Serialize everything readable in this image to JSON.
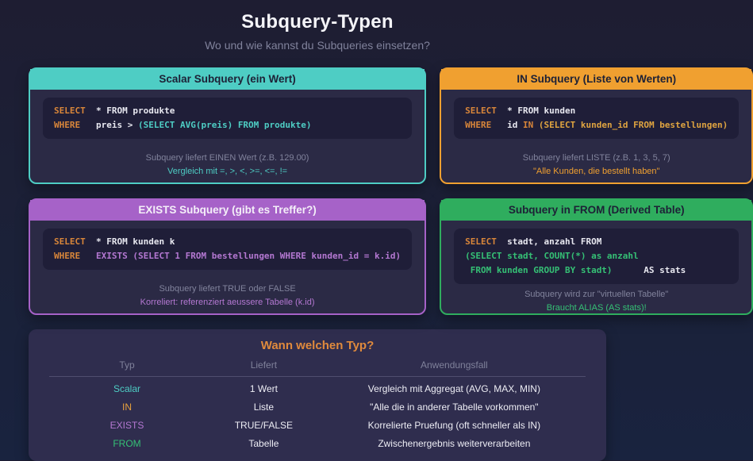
{
  "page": {
    "title": "Subquery-Typen",
    "subtitle": "Wo und wie kannst du Subqueries einsetzen?"
  },
  "colors": {
    "teal": "#4ECDC4",
    "orange": "#F0A030",
    "purple": "#A662C8",
    "green": "#2FAD5E",
    "keyword_orange": "#D9863A",
    "muted_gray": "#81839C",
    "card_bg": "#2B2A45",
    "code_bg": "#1F1E38",
    "panel_bg": "#2F2D4E"
  },
  "cards": [
    {
      "title": "Scalar Subquery (ein Wert)",
      "code": [
        [
          "SELECT",
          "  * FROM produkte"
        ],
        [
          "WHERE",
          "   preis > ",
          "(SELECT AVG(preis) FROM produkte)"
        ]
      ],
      "note1": "Subquery liefert EINEN Wert (z.B. 129.00)",
      "note2": "Vergleich mit =, >, <, >=, <=, !="
    },
    {
      "title": "IN Subquery (Liste von Werten)",
      "code": [
        [
          "SELECT",
          "  * FROM kunden"
        ],
        [
          "WHERE",
          "   id ",
          "IN",
          " (SELECT kunden_id FROM bestellungen)"
        ]
      ],
      "note1": "Subquery liefert LISTE (z.B. 1, 3, 5, 7)",
      "note2": "\"Alle Kunden, die bestellt haben\""
    },
    {
      "title": "EXISTS Subquery (gibt es Treffer?)",
      "code": [
        [
          "SELECT",
          "  * FROM kunden k"
        ],
        [
          "WHERE",
          "   ",
          "EXISTS",
          " (SELECT 1 FROM bestellungen WHERE kunden_id = k.id)"
        ]
      ],
      "note1": "Subquery liefert TRUE oder FALSE",
      "note2": "Korreliert: referenziert aeussere Tabelle (k.id)"
    },
    {
      "title": "Subquery in FROM (Derived Table)",
      "code": [
        [
          "SELECT",
          "  stadt, anzahl FROM"
        ],
        [
          "(SELECT stadt, COUNT(*) as anzahl"
        ],
        [
          " FROM kunden GROUP BY stadt)",
          "      AS stats"
        ]
      ],
      "note1": "Subquery wird zur \"virtuellen Tabelle\"",
      "note2": "Braucht ALIAS (AS stats)!"
    }
  ],
  "usage_table": {
    "title": "Wann welchen Typ?",
    "headers": [
      "Typ",
      "Liefert",
      "Anwendungsfall"
    ],
    "rows": [
      {
        "typ": "Scalar",
        "liefert": "1 Wert",
        "anwendungsfall": "Vergleich mit Aggregat (AVG, MAX, MIN)"
      },
      {
        "typ": "IN",
        "liefert": "Liste",
        "anwendungsfall": "\"Alle die in anderer Tabelle vorkommen\""
      },
      {
        "typ": "EXISTS",
        "liefert": "TRUE/FALSE",
        "anwendungsfall": "Korrelierte Pruefung (oft schneller als IN)"
      },
      {
        "typ": "FROM",
        "liefert": "Tabelle",
        "anwendungsfall": "Zwischenergebnis weiterverarbeiten"
      }
    ]
  }
}
